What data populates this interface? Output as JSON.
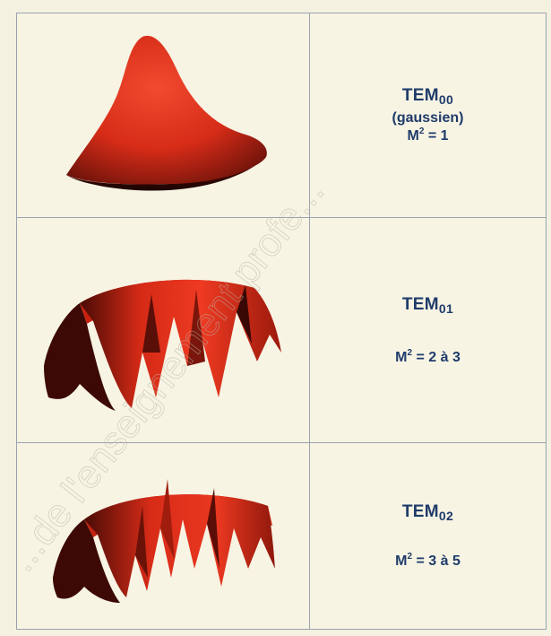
{
  "rows": [
    {
      "mode_base": "TEM",
      "mode_sub": "00",
      "description": "(gaussien)",
      "m2_base": "M",
      "m2_sup": "2",
      "m2_value": " = 1"
    },
    {
      "mode_base": "TEM",
      "mode_sub": "01",
      "description": "",
      "m2_base": "M",
      "m2_sup": "2",
      "m2_value": " = 2 à 3"
    },
    {
      "mode_base": "TEM",
      "mode_sub": "02",
      "description": "",
      "m2_base": "M",
      "m2_sup": "2",
      "m2_value": " = 3 à 5"
    }
  ],
  "colors": {
    "beam_red": "#e0301e",
    "beam_dark": "#3a0a06",
    "label_blue": "#1f3b6a",
    "grid_line": "#9aa3ad",
    "background": "#f4f1e1"
  },
  "watermark": "...de l'enseignement profe..."
}
